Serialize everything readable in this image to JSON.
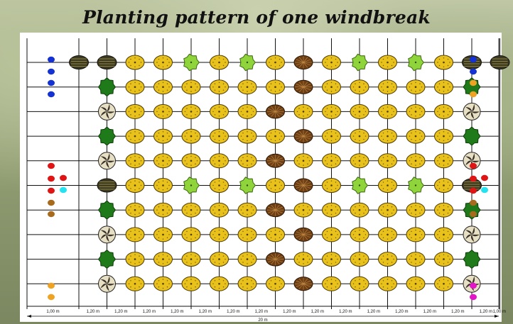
{
  "title": "Planting pattern of one windbreak",
  "colors": {
    "gridline": "#111111",
    "yellow": "#e8c21a",
    "light_green": "#8fd43a",
    "brown": "#6e3f14",
    "dark_olive": "#3d3a1f",
    "dark_green": "#1f7a19",
    "pinwheel": "#e6dfc3",
    "blue": "#1431d6",
    "orange": "#f0a323",
    "red": "#e01414",
    "cyan": "#25e2f0",
    "tan_brown": "#a86b1d",
    "magenta": "#e414c8"
  },
  "spacing_labels": [
    "1,00 m",
    "1,20 m",
    "1,20 m",
    "1,20 m",
    "1,20 m",
    "1,20 m",
    "1,20 m",
    "1,20 m",
    "1,20 m",
    "1,20 m",
    "1,20 m",
    "1,20 m",
    "1,20 m",
    "1,20 m",
    "1,20 m",
    "1,20 m",
    "1,00 m"
  ],
  "total_length_label": "20 m",
  "row_patterns": [
    [
      "olive",
      "olive",
      "yellow",
      "yellow",
      "lightgreen",
      "yellow",
      "lightgreen",
      "yellow",
      "brown",
      "yellow",
      "lightgreen",
      "yellow",
      "lightgreen",
      "yellow",
      "olive",
      "olive"
    ],
    [
      "darkgreen",
      "yellow",
      "yellow",
      "yellow",
      "yellow",
      "yellow",
      "yellow",
      "brown",
      "yellow",
      "yellow",
      "yellow",
      "yellow",
      "yellow",
      "darkgreen"
    ],
    [
      "pinwheel",
      "yellow",
      "yellow",
      "yellow",
      "yellow",
      "yellow",
      "brown",
      "yellow",
      "yellow",
      "yellow",
      "yellow",
      "yellow",
      "yellow",
      "pinwheel"
    ],
    [
      "darkgreen",
      "yellow",
      "yellow",
      "yellow",
      "yellow",
      "yellow",
      "yellow",
      "brown",
      "yellow",
      "yellow",
      "yellow",
      "yellow",
      "yellow",
      "darkgreen"
    ],
    [
      "pinwheel",
      "yellow",
      "yellow",
      "yellow",
      "yellow",
      "yellow",
      "brown",
      "yellow",
      "yellow",
      "yellow",
      "yellow",
      "yellow",
      "yellow",
      "pinwheel"
    ],
    [
      "olive",
      "yellow",
      "yellow",
      "lightgreen",
      "yellow",
      "lightgreen",
      "yellow",
      "brown",
      "yellow",
      "lightgreen",
      "yellow",
      "lightgreen",
      "yellow",
      "olive"
    ],
    [
      "darkgreen",
      "yellow",
      "yellow",
      "yellow",
      "yellow",
      "yellow",
      "brown",
      "yellow",
      "yellow",
      "yellow",
      "yellow",
      "yellow",
      "yellow",
      "darkgreen"
    ],
    [
      "pinwheel",
      "yellow",
      "yellow",
      "yellow",
      "yellow",
      "yellow",
      "yellow",
      "brown",
      "yellow",
      "yellow",
      "yellow",
      "yellow",
      "yellow",
      "pinwheel"
    ],
    [
      "darkgreen",
      "yellow",
      "yellow",
      "yellow",
      "yellow",
      "yellow",
      "brown",
      "yellow",
      "yellow",
      "yellow",
      "yellow",
      "yellow",
      "yellow",
      "darkgreen"
    ],
    [
      "pinwheel",
      "yellow",
      "yellow",
      "yellow",
      "yellow",
      "yellow",
      "yellow",
      "brown",
      "yellow",
      "yellow",
      "yellow",
      "yellow",
      "yellow",
      "pinwheel"
    ]
  ]
}
